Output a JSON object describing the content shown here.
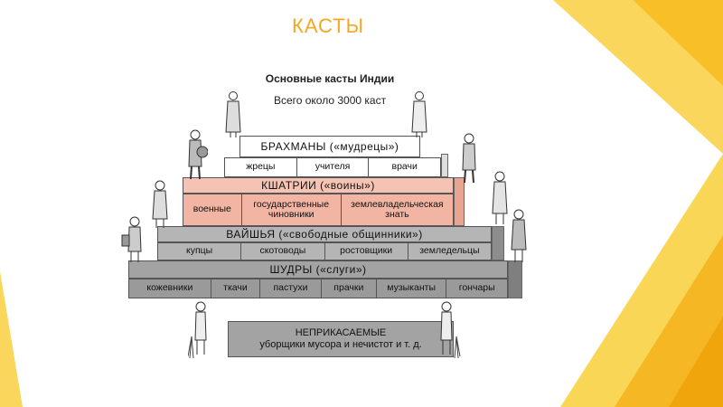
{
  "slide": {
    "title": "КАСТЫ"
  },
  "diagram": {
    "heading": "Основные касты Индии",
    "subheading": "Всего около 3000 каст",
    "brahmins": {
      "title": "БРАХМАНЫ («мудрецы»)",
      "roles": [
        "жрецы",
        "учителя",
        "врачи"
      ]
    },
    "kshatriyas": {
      "title": "КШАТРИИ («воины»)",
      "roles": [
        "военные",
        "государственные чиновники",
        "землевладельческая знать"
      ]
    },
    "vaishyas": {
      "title": "ВАЙШЬЯ («свободные общинники»)",
      "roles": [
        "купцы",
        "скотоводы",
        "ростовщики",
        "земледельцы"
      ]
    },
    "shudras": {
      "title": "ШУДРЫ («слуги»)",
      "roles": [
        "кожевники",
        "ткачи",
        "пастухи",
        "прачки",
        "музыканты",
        "гончары"
      ]
    },
    "untouchables": {
      "title": "НЕПРИКАСАЕМЫЕ",
      "roles": "уборщики мусора и нечистот и т. д."
    }
  },
  "colors": {
    "accent": "#f5a623",
    "kshatriya": "#f2b5a3",
    "gray": "#b5b5b5"
  }
}
